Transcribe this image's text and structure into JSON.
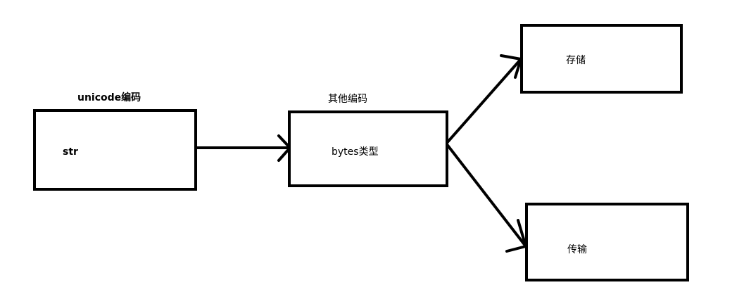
{
  "nodes": {
    "str": {
      "label": "str",
      "caption": "unicode编码"
    },
    "bytes": {
      "label": "bytes类型",
      "caption": "其他编码"
    },
    "storage": {
      "label": "存储"
    },
    "transfer": {
      "label": "传输"
    }
  },
  "edges": [
    {
      "from": "str",
      "to": "bytes"
    },
    {
      "from": "bytes",
      "to": "storage"
    },
    {
      "from": "bytes",
      "to": "transfer"
    }
  ]
}
